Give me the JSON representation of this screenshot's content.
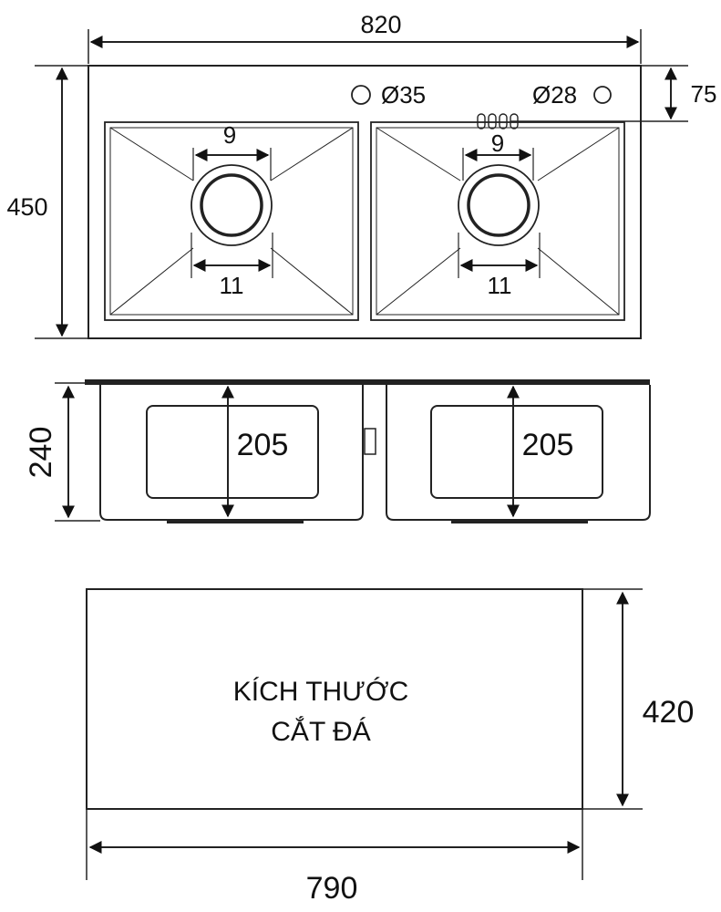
{
  "top_view": {
    "width_label": "820",
    "height_label": "450",
    "deck_label": "75",
    "hole_left_label": "Ø35",
    "hole_right_label": "Ø28",
    "left_bowl": {
      "drain_top_label": "9",
      "drain_bottom_label": "11"
    },
    "right_bowl": {
      "drain_top_label": "9",
      "drain_bottom_label": "11"
    }
  },
  "side_view": {
    "height_label": "240",
    "left_depth_label": "205",
    "right_depth_label": "205"
  },
  "cutout": {
    "title_line1": "KÍCH THƯỚC",
    "title_line2": "CẮT ĐÁ",
    "width_label": "790",
    "height_label": "420"
  },
  "colors": {
    "line": "#222222",
    "background": "#ffffff"
  }
}
